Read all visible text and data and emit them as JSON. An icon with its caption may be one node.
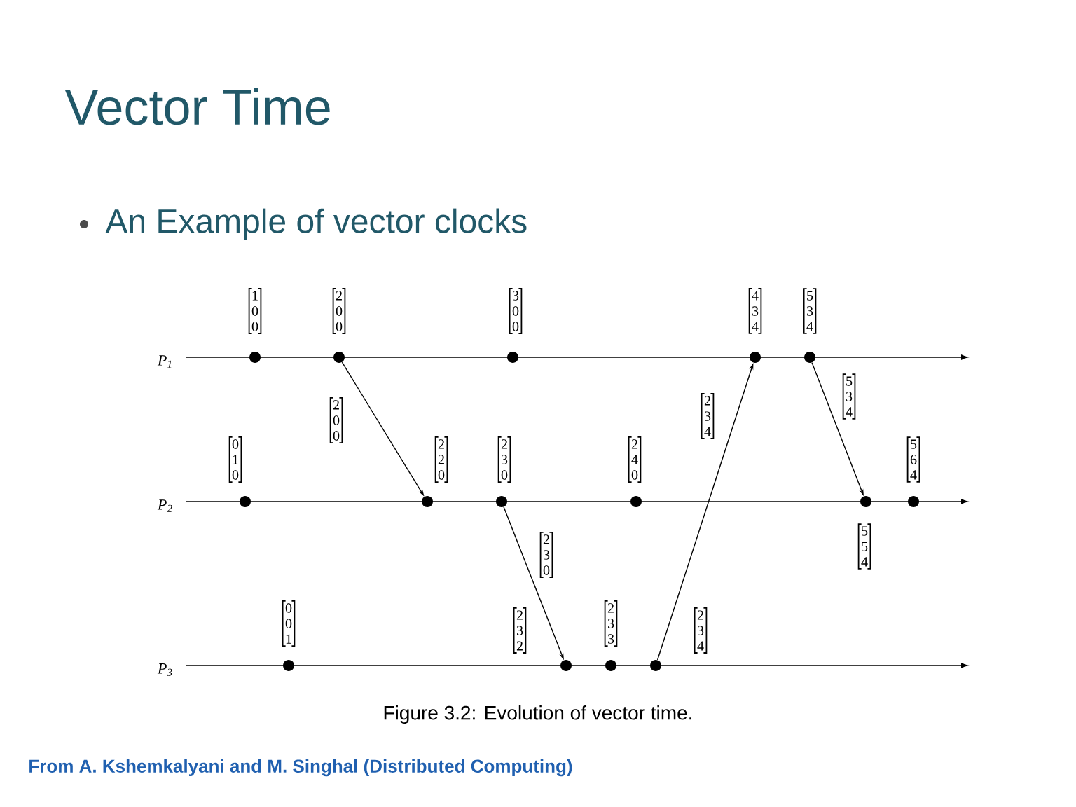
{
  "diagram": {
    "title": "Vector Time",
    "caption": "Figure 3.2: Evolution of vector time.",
    "nodes": [
      {
        "text": [],
        "shape": "circle",
        "beside": [
          "1 0 0"
        ]
      },
      {
        "text": [],
        "shape": "circle",
        "beside": [
          "2 0 0"
        ]
      },
      {
        "text": [],
        "shape": "circle",
        "beside": [
          "3 0 0"
        ]
      },
      {
        "text": [],
        "shape": "circle",
        "beside": [
          "4 3 4"
        ]
      },
      {
        "text": [],
        "shape": "circle",
        "beside": [
          "5 3 4"
        ]
      },
      {
        "text": [],
        "shape": "circle",
        "beside": [
          "0 1 0"
        ]
      },
      {
        "text": [],
        "shape": "circle",
        "beside": [
          "2 2 0"
        ]
      },
      {
        "text": [],
        "shape": "circle",
        "beside": [
          "2 3 0"
        ]
      },
      {
        "text": [],
        "shape": "circle",
        "beside": [
          "2 4 0"
        ]
      },
      {
        "text": [],
        "shape": "circle",
        "beside": [
          "5 5 4"
        ]
      },
      {
        "text": [],
        "shape": "circle",
        "beside": [
          "5 6 4"
        ]
      },
      {
        "text": [],
        "shape": "circle",
        "beside": [
          "0 0 1"
        ]
      },
      {
        "text": [],
        "shape": "circle",
        "beside": [
          "2 3 2"
        ]
      },
      {
        "text": [],
        "shape": "circle",
        "beside": [
          "2 3 3"
        ]
      },
      {
        "text": [],
        "shape": "circle",
        "beside": [
          "2 3 4"
        ]
      }
    ],
    "edges": [
      {
        "from": 1,
        "to": 6,
        "arrow": "to",
        "label": "2 0 0"
      },
      {
        "from": 7,
        "to": 12,
        "arrow": "to",
        "label": "2 3 0"
      },
      {
        "from": 14,
        "to": 3,
        "arrow": "to",
        "label": "2 3 4"
      },
      {
        "from": 4,
        "to": 9,
        "arrow": "to",
        "label": "5 3 4"
      }
    ],
    "labels": [
      "An Example of vector clocks",
      "P$_{1}$",
      "P$_{2}$",
      "P$_{3}$",
      "From A. Kshemkalyani and M. Singhal (Distributed Computing)"
    ]
  }
}
